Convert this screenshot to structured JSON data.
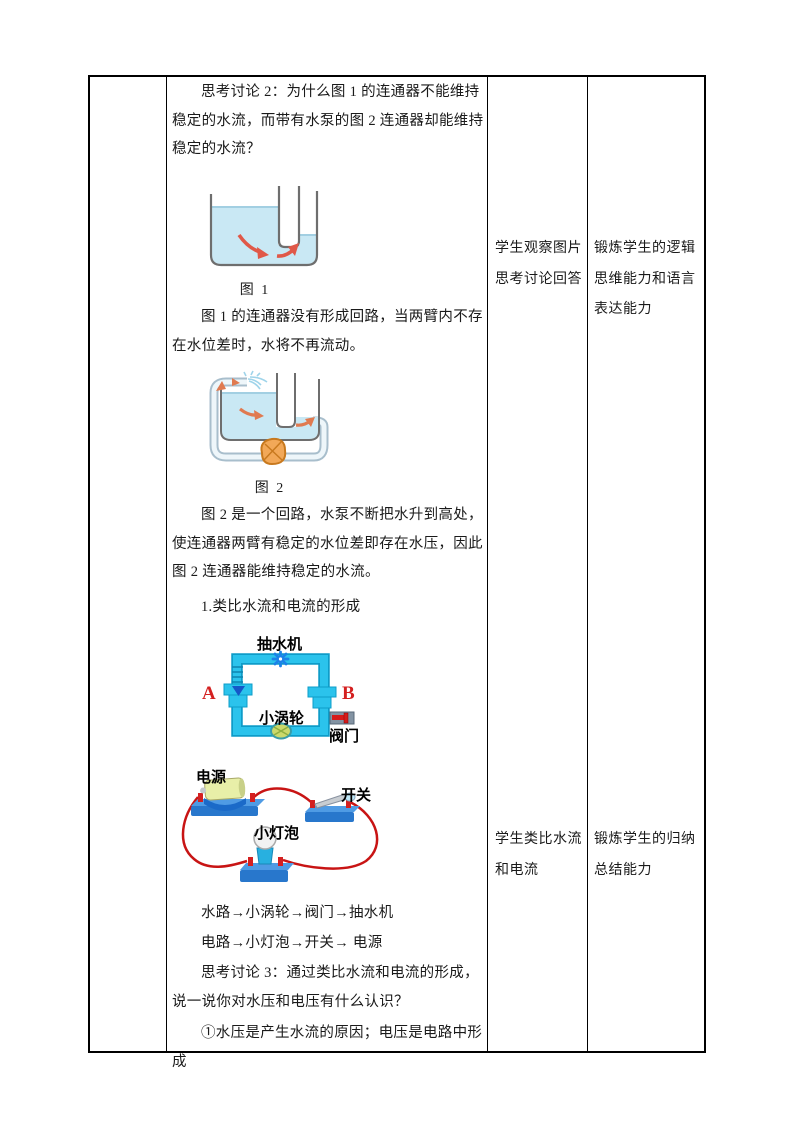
{
  "content": {
    "para_discussion2": "思考讨论 2：为什么图 1 的连通器不能维持稳定的水流，而带有水泵的图 2 连通器却能维持稳定的水流？",
    "fig1_caption": "图 1",
    "para_fig1_explain": "图 1 的连通器没有形成回路，当两臂内不存在水位差时，水将不再流动。",
    "fig2_caption": "图 2",
    "para_fig2_explain": "图 2 是一个回路，水泵不断把水升到高处，使连通器两臂有稳定的水位差即存在水压，因此图 2 连通器能维持稳定的水流。",
    "heading_analogy": "1.类比水流和电流的形成",
    "water_circuit": {
      "pump": "抽水机",
      "terminal_a": "A",
      "terminal_b": "B",
      "turbine": "小涡轮",
      "valve": "阀门"
    },
    "electric_circuit": {
      "battery": "电源",
      "switch": "开关",
      "bulb": "小灯泡"
    },
    "analogy_water": "水路→小涡轮→阀门→抽水机",
    "analogy_electric": "电路→小灯泡→开关→ 电源",
    "para_discussion3": "思考讨论 3：通过类比水流和电流的形成，说一说你对水压和电压有什么认识？",
    "para_point1": "①水压是产生水流的原因；电压是电路中形成"
  },
  "student_activity": {
    "block1_lines": [
      "学生观察图片",
      "思考讨论回答"
    ],
    "block2_lines": [
      "学生类比水流",
      "和电流"
    ]
  },
  "design_intent": {
    "block1_lines": [
      "锻炼学生的逻辑",
      "思维能力和语言",
      "表达能力"
    ],
    "block2_lines": [
      "锻炼学生的归纳",
      "总结能力"
    ]
  },
  "colors": {
    "water": "#c9e8f4",
    "flow_arrow_red": "#e05848",
    "pipe_cyan": "#2bc3ec",
    "pump_orange": "#f2a858",
    "wire_red": "#c81414",
    "component_base_blue": "#2877cc",
    "label_red": "#d42020"
  }
}
